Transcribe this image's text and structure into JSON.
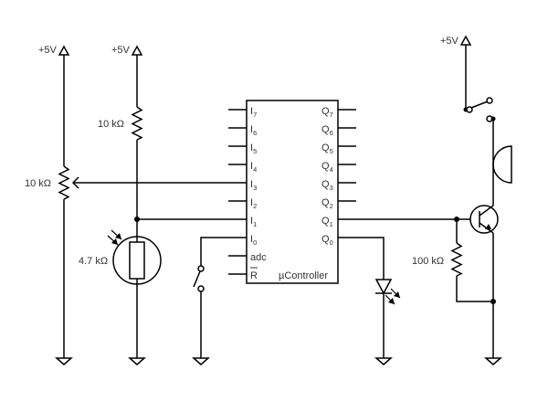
{
  "supply_label": "+5V",
  "resistors": {
    "pot": "10 kΩ",
    "pullup": "10 kΩ",
    "ldr": "4.7 kΩ",
    "base": "100 kΩ"
  },
  "chip": {
    "name": "µController",
    "inputs_left": [
      {
        "letter": "I",
        "sub": "7"
      },
      {
        "letter": "I",
        "sub": "6"
      },
      {
        "letter": "I",
        "sub": "5"
      },
      {
        "letter": "I",
        "sub": "4"
      },
      {
        "letter": "I",
        "sub": "3"
      },
      {
        "letter": "I",
        "sub": "2"
      },
      {
        "letter": "I",
        "sub": "1"
      },
      {
        "letter": "I",
        "sub": "0"
      }
    ],
    "outputs_right": [
      {
        "letter": "Q",
        "sub": "7"
      },
      {
        "letter": "Q",
        "sub": "6"
      },
      {
        "letter": "Q",
        "sub": "5"
      },
      {
        "letter": "Q",
        "sub": "4"
      },
      {
        "letter": "Q",
        "sub": "3"
      },
      {
        "letter": "Q",
        "sub": "2"
      },
      {
        "letter": "Q",
        "sub": "1"
      },
      {
        "letter": "Q",
        "sub": "0"
      }
    ],
    "adc_label": "adc",
    "reset_label": "R"
  }
}
